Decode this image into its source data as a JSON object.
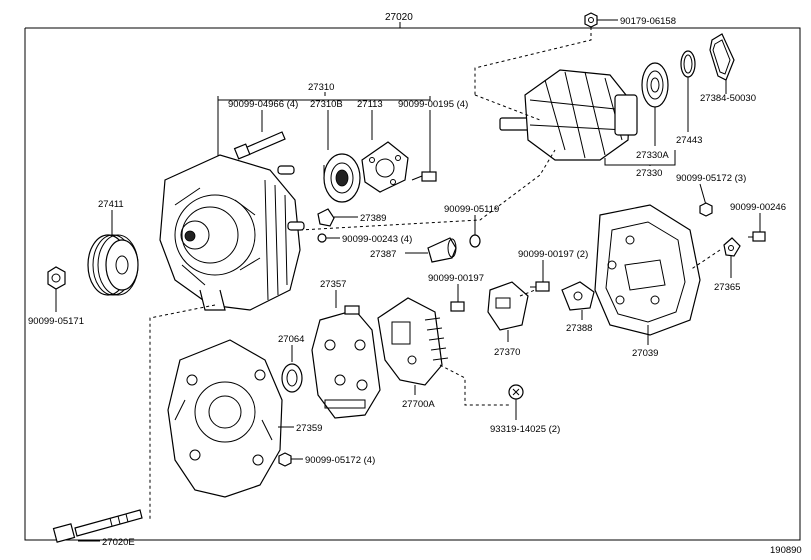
{
  "diagram_id": "190890",
  "assembly": "27020",
  "labels": {
    "p27020": "27020",
    "p90179_06158": "90179-06158",
    "p27310": "27310",
    "p90099_04966": "90099-04966 (4)",
    "p27310B": "27310B",
    "p27113": "27113",
    "p90099_00195": "90099-00195 (4)",
    "p27384_50030": "27384-50030",
    "p27443": "27443",
    "p27330A": "27330A",
    "p27330": "27330",
    "p90099_05172_3": "90099-05172 (3)",
    "p90099_00246": "90099-00246",
    "p27411": "27411",
    "p27389": "27389",
    "p90099_05119": "90099-05119",
    "p90099_00243": "90099-00243 (4)",
    "p27387": "27387",
    "p90099_00197_2": "90099-00197 (2)",
    "p90099_00197": "90099-00197",
    "p27365": "27365",
    "p90099_05171": "90099-05171",
    "p27357": "27357",
    "p27388": "27388",
    "p27064": "27064",
    "p27370": "27370",
    "p27039": "27039",
    "p27359": "27359",
    "p27700A": "27700A",
    "p93319_14025": "93319-14025 (2)",
    "p90099_05172_4": "90099-05172 (4)",
    "p27020E": "27020E"
  }
}
